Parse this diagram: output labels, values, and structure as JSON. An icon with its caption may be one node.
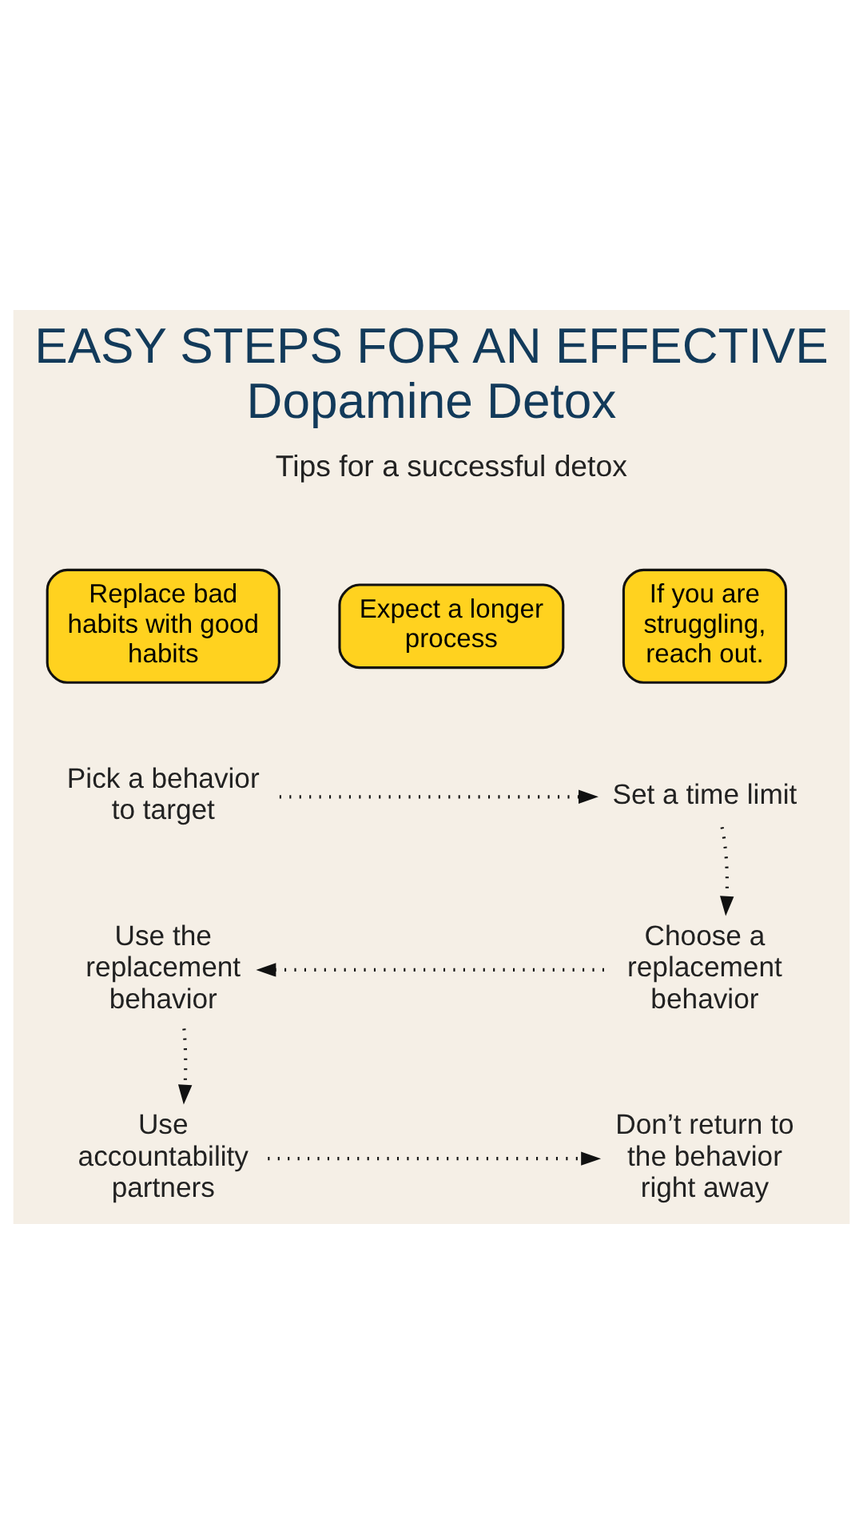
{
  "diagram": {
    "title": "EASY STEPS FOR AN EFFECTIVE Dopamine Detox",
    "nodes": [
      {
        "text": [
          "Replace bad habits with good habits"
        ]
      },
      {
        "text": [
          "Expect a longer process"
        ]
      },
      {
        "text": [
          "If you are struggling, reach out."
        ]
      },
      {
        "text": [
          "Pick a behavior to target"
        ]
      },
      {
        "text": [
          "Set a time limit"
        ]
      },
      {
        "text": [
          "Choose a replacement behavior"
        ]
      },
      {
        "text": [
          "Use the replacement behavior"
        ]
      },
      {
        "text": [
          "Use accountability partners"
        ]
      },
      {
        "text": [
          "Don’t return to the behavior right away"
        ]
      }
    ],
    "edges": [
      {
        "from": 3,
        "to": 4,
        "arrow": "to"
      },
      {
        "from": 4,
        "to": 5,
        "arrow": "to"
      },
      {
        "from": 5,
        "to": 6,
        "arrow": "to"
      },
      {
        "from": 6,
        "to": 7,
        "arrow": "to"
      },
      {
        "from": 7,
        "to": 8,
        "arrow": "to"
      }
    ],
    "labels": [
      "Tips for a successful detox"
    ]
  }
}
